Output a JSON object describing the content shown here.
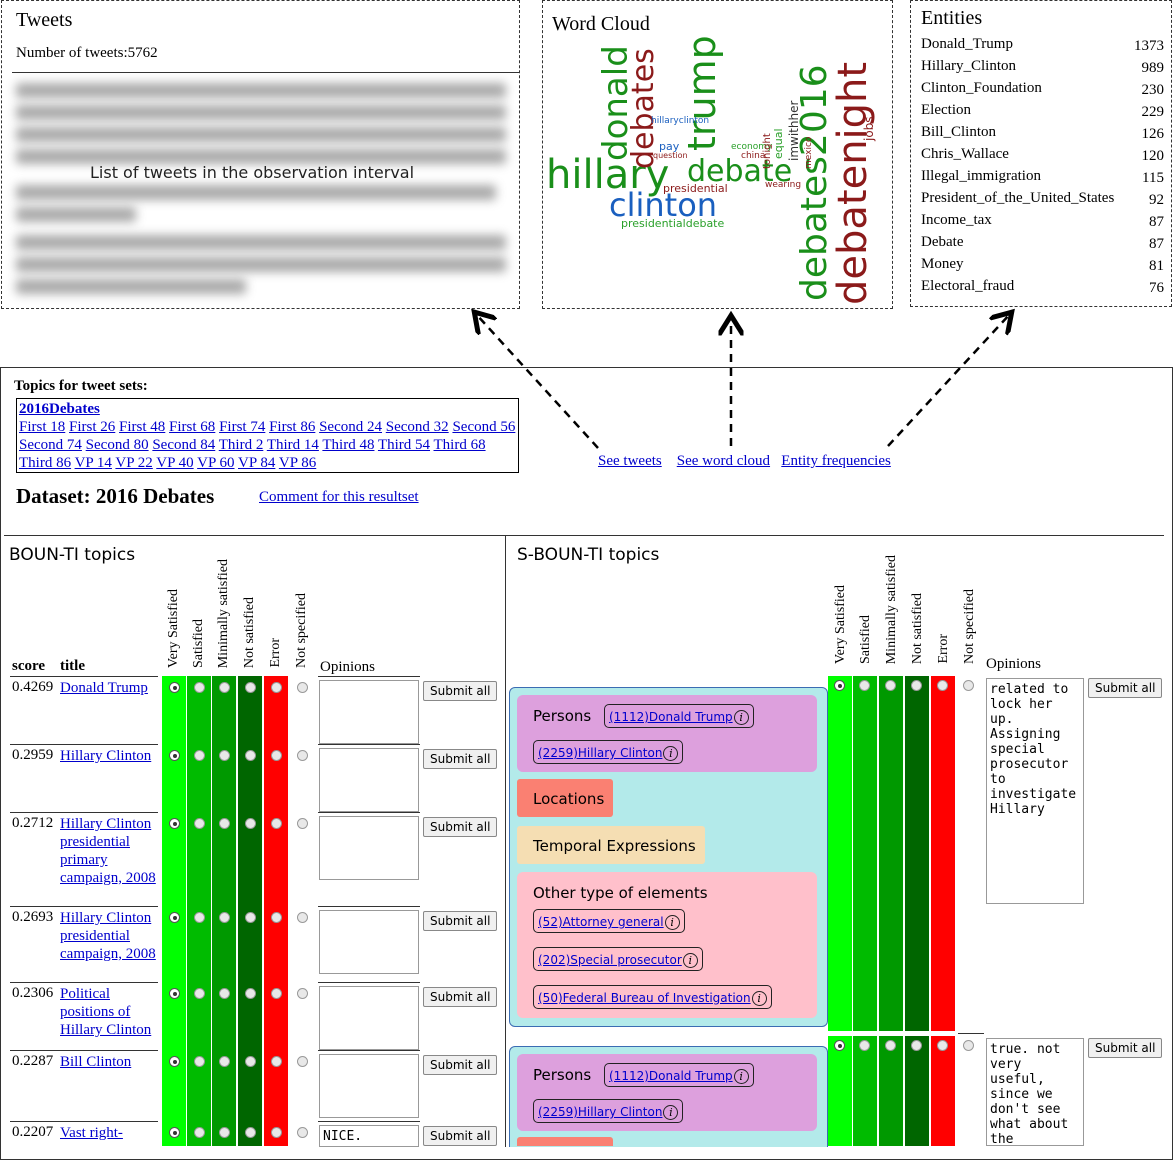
{
  "tweets_panel": {
    "title": "Tweets",
    "count_label": "Number of tweets:5762",
    "overlay_text": "List of tweets in the observation interval"
  },
  "wordcloud_panel": {
    "title": "Word Cloud",
    "words": [
      "hillary",
      "donald",
      "debates",
      "trump",
      "clinton",
      "debate",
      "debates2016",
      "debatenight",
      "presidential",
      "presidentialdebate",
      "hillaryclinton",
      "imwithher",
      "jobs",
      "mexico",
      "pay",
      "economy",
      "china",
      "equal",
      "wearing",
      "question",
      "tonight"
    ]
  },
  "entities_panel": {
    "title": "Entities",
    "items": [
      {
        "name": "Donald_Trump",
        "count": "1373"
      },
      {
        "name": "Hillary_Clinton",
        "count": "989"
      },
      {
        "name": "Clinton_Foundation",
        "count": "230"
      },
      {
        "name": "Election",
        "count": "229"
      },
      {
        "name": "Bill_Clinton",
        "count": "126"
      },
      {
        "name": "Chris_Wallace",
        "count": "120"
      },
      {
        "name": "Illegal_immigration",
        "count": "115"
      },
      {
        "name": "President_of_the_United_States",
        "count": "92"
      },
      {
        "name": "Income_tax",
        "count": "87"
      },
      {
        "name": "Debate",
        "count": "87"
      },
      {
        "name": "Money",
        "count": "81"
      },
      {
        "name": "Electoral_fraud",
        "count": "76"
      }
    ]
  },
  "topics_header": "Topics for tweet sets:",
  "topic_set_title": "2016Debates",
  "topic_links": [
    "First 18",
    "First 26",
    "First 48",
    "First 68",
    "First 74",
    "First 86",
    "Second 24",
    "Second 32",
    "Second 56",
    "Second 74",
    "Second 80",
    "Second 84",
    "Third 2",
    "Third 14",
    "Third 48",
    "Third 54",
    "Third 68",
    "Third 86",
    "VP 14",
    "VP 22",
    "VP 40",
    "VP 60",
    "VP 84",
    "VP 86"
  ],
  "nav_links": {
    "see_tweets": "See tweets",
    "see_wordcloud": "See word cloud",
    "entity_frequencies": "Entity frequencies"
  },
  "dataset_title": "Dataset: 2016 Debates",
  "comment_link": "Comment for this resultset",
  "left_section": {
    "title": "BOUN-TI topics",
    "score_header": "score",
    "title_header": "title",
    "opinions_header": "Opinions",
    "rating_headers": [
      "Very Satisfied",
      "Satisfied",
      "Minimally satisfied",
      "Not satisfied",
      "Error",
      "Not specified"
    ],
    "submit_label": "Submit all",
    "rows": [
      {
        "score": "0.4269",
        "title": "Donald Trump",
        "opinion": ""
      },
      {
        "score": "0.2959",
        "title": "Hillary Clinton",
        "opinion": ""
      },
      {
        "score": "0.2712",
        "title": "Hillary Clinton presidential primary campaign, 2008",
        "opinion": ""
      },
      {
        "score": "0.2693",
        "title": "Hillary Clinton presidential campaign, 2008",
        "opinion": ""
      },
      {
        "score": "0.2306",
        "title": "Political positions of Hillary Clinton",
        "opinion": ""
      },
      {
        "score": "0.2287",
        "title": "Bill Clinton",
        "opinion": ""
      },
      {
        "score": "0.2207",
        "title": "Vast right-",
        "opinion": "NICE."
      }
    ]
  },
  "right_section": {
    "title": "S-BOUN-TI topics",
    "opinions_header": "Opinions",
    "rating_headers": [
      "Very Satisfied",
      "Satisfied",
      "Minimally satisfied",
      "Not satisfied",
      "Error",
      "Not specified"
    ],
    "submit_label": "Submit all",
    "groups": {
      "persons": "Persons",
      "locations": "Locations",
      "temporal": "Temporal Expressions",
      "other": "Other type of elements"
    },
    "topic1": {
      "persons": [
        "(1112)Donald Trump",
        "(2259)Hillary Clinton"
      ],
      "other": [
        "(52)Attorney general",
        "(202)Special prosecutor",
        "(50)Federal Bureau of Investigation"
      ],
      "opinion": "related to lock her up. Assigning special prosecutor to investigate Hillary"
    },
    "topic2": {
      "persons": [
        "(1112)Donald Trump",
        "(2259)Hillary Clinton"
      ],
      "opinion": "true. not very useful, since we don't see what about the"
    }
  },
  "colors": {
    "very_satisfied": "#00ff00",
    "satisfied": "#00bb00",
    "minimally": "#009900",
    "not_satisfied": "#006600",
    "error": "#ff0000",
    "link": "#0000cc",
    "topic_bg": "#b3eaea",
    "persons_bg": "#dda0dd",
    "locations_bg": "#fa8072",
    "temporal_bg": "#f5deb3",
    "other_bg": "#ffc0cb"
  }
}
